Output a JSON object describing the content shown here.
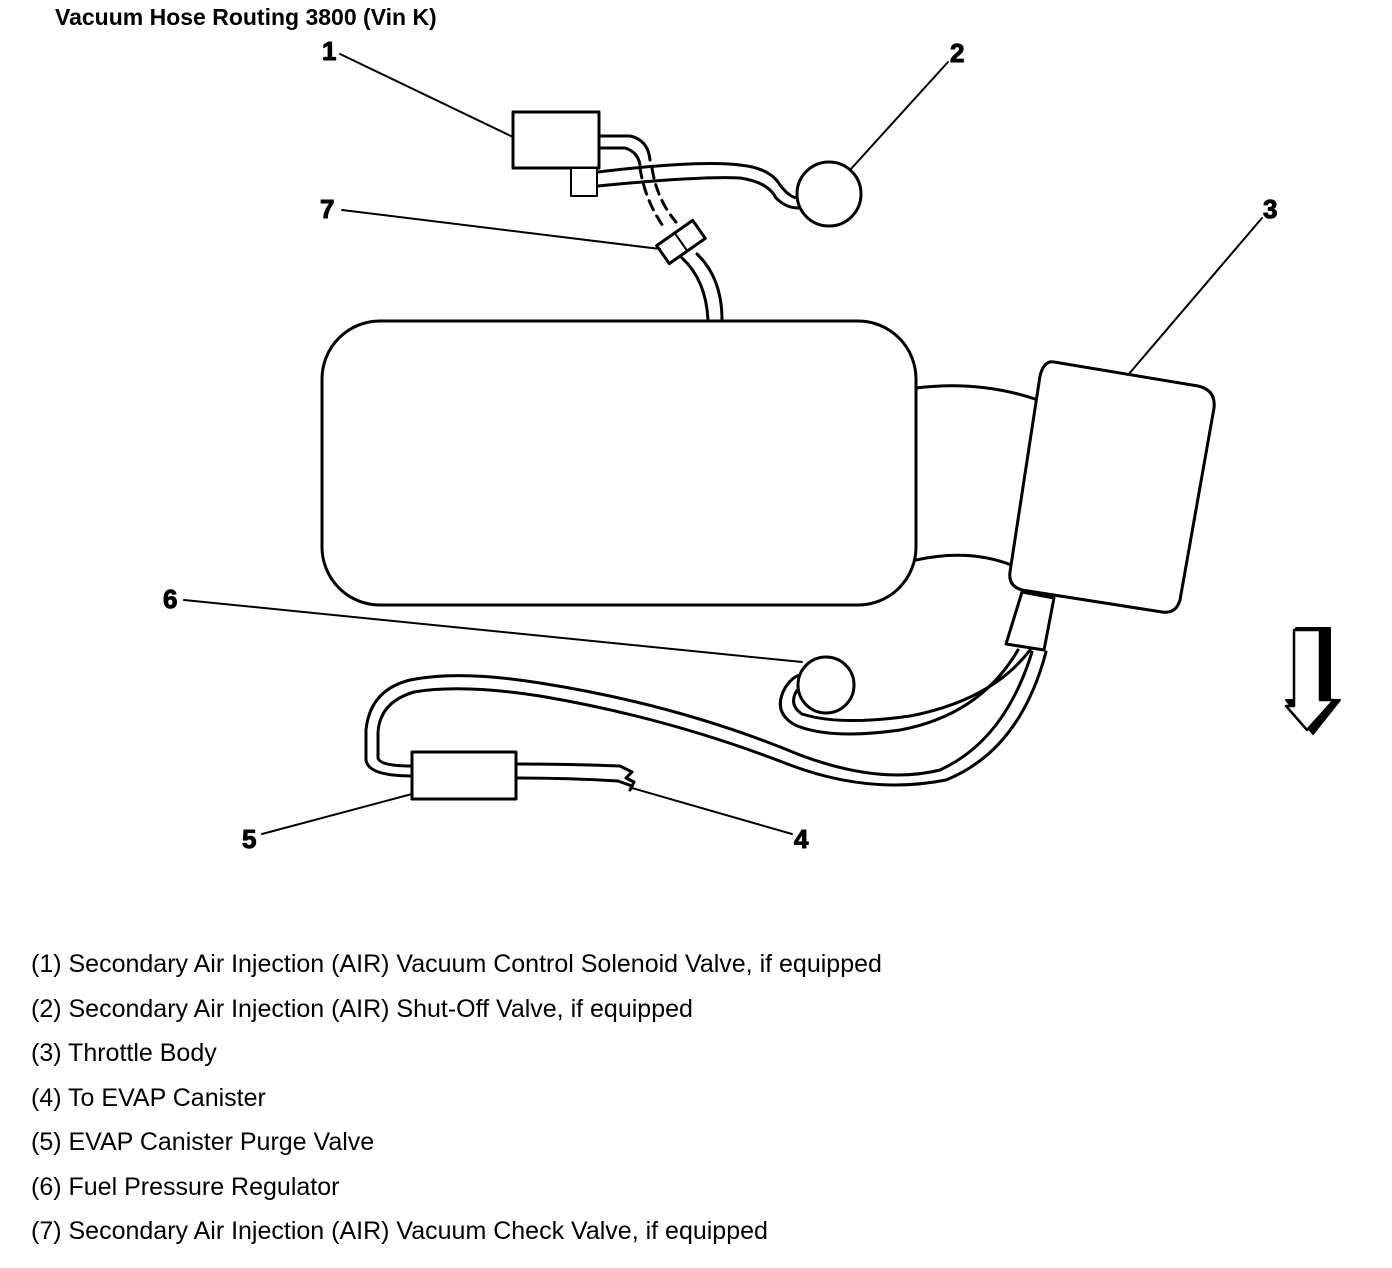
{
  "title": "Vacuum Hose Routing 3800 (Vin K)",
  "callouts": {
    "c1": "1",
    "c2": "2",
    "c3": "3",
    "c4": "4",
    "c5": "5",
    "c6": "6",
    "c7": "7"
  },
  "legend": [
    "(1) Secondary Air Injection (AIR) Vacuum Control Solenoid Valve, if equipped",
    "(2) Secondary Air Injection (AIR) Shut-Off Valve, if equipped",
    "(3) Throttle Body",
    "(4) To EVAP Canister",
    "(5) EVAP Canister Purge Valve",
    "(6) Fuel Pressure Regulator",
    "(7) Secondary Air Injection (AIR) Vacuum Check Valve, if equipped"
  ],
  "icons": {
    "direction_arrow": "arrow-down-icon"
  },
  "colors": {
    "line": "#000000",
    "background": "#ffffff"
  }
}
